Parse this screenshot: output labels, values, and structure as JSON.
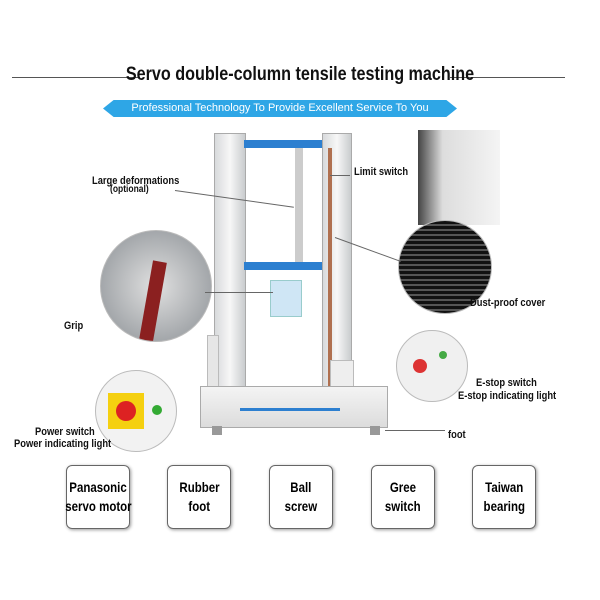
{
  "title": "Servo double-column tensile testing machine",
  "banner": "Professional Technology To Provide Excellent Service To You",
  "labels": {
    "large_deformations": "Large deformations",
    "optional": "(optional)",
    "limit_switch": "Limit switch",
    "grip": "Grip",
    "dust_proof_cover": "Dust-proof cover",
    "estop_switch": "E-stop switch",
    "estop_light": "E-stop indicating light",
    "power_switch": "Power switch",
    "power_light": "Power indicating light",
    "foot": "foot"
  },
  "features": [
    {
      "line1": "Panasonic",
      "line2": "servo motor"
    },
    {
      "line1": "Rubber",
      "line2": "foot"
    },
    {
      "line1": "Ball",
      "line2": "screw"
    },
    {
      "line1": "Gree",
      "line2": "switch"
    },
    {
      "line1": "Taiwan",
      "line2": "bearing"
    }
  ],
  "colors": {
    "accent": "#2ea6e6",
    "crossbar": "#2c7fd0"
  }
}
